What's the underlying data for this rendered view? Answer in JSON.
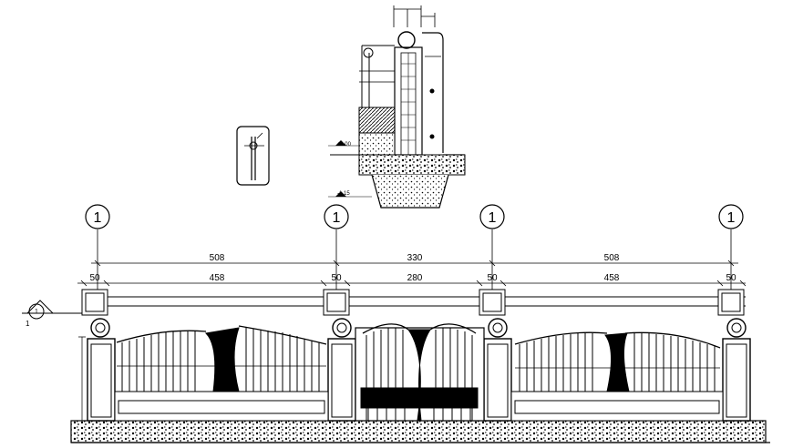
{
  "axes": [
    {
      "label": "1"
    },
    {
      "label": "1"
    },
    {
      "label": "1"
    },
    {
      "label": "1"
    }
  ],
  "dimensions": {
    "overall": [
      "508",
      "330",
      "508"
    ],
    "details": [
      "50",
      "458",
      "50",
      "280",
      "50",
      "458",
      "50"
    ]
  },
  "section_marker": {
    "top": "1",
    "bottom": "1"
  },
  "level_marks": {
    "upper": "±0.00",
    "lower": "-1.15"
  },
  "colors": {
    "line": "#000000",
    "background": "#ffffff"
  }
}
